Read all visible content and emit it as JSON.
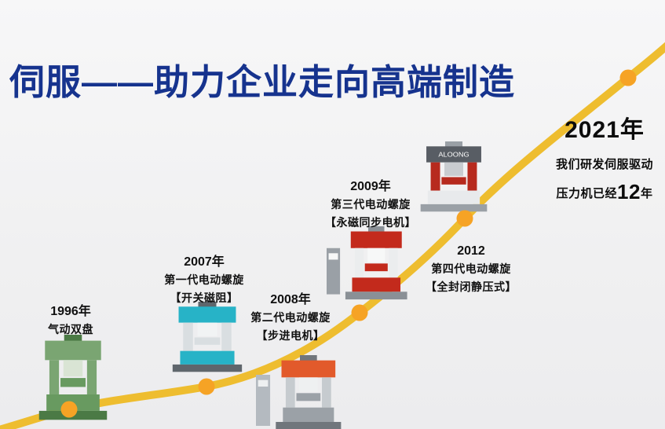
{
  "title": "伺服——助力企业走向高端制造",
  "milestones": [
    {
      "year": "1996年",
      "lines": [
        "气动双盘"
      ]
    },
    {
      "year": "2007年",
      "lines": [
        "第一代电动螺旋",
        "【开关磁阻】"
      ]
    },
    {
      "year": "2008年",
      "lines": [
        "第二代电动螺旋",
        "【步进电机】"
      ]
    },
    {
      "year": "2009年",
      "lines": [
        "第三代电动螺旋",
        "【永磁同步电机】"
      ]
    },
    {
      "year": "2012",
      "lines": [
        "第四代电动螺旋",
        "【全封闭静压式】"
      ]
    }
  ],
  "highlight": {
    "year": "2021年",
    "line1": "我们研发伺服驱动",
    "line2_prefix": "压力机已经",
    "line2_number": "12",
    "line2_suffix": "年"
  },
  "machines": [
    {
      "name": "1996-pneumatic-double-disc-press",
      "top": "#7aa572",
      "col": "#7aa572",
      "mid": "#d9e4d4",
      "base": "#689a60",
      "foot": "#4b7a45"
    },
    {
      "name": "2007-first-gen-electric-screw-press",
      "top": "#27b3c7",
      "col": "#d9dee1",
      "mid": "#f1f3f4",
      "base": "#27b3c7",
      "foot": "#5f666c"
    },
    {
      "name": "2008-second-gen-electric-screw-press",
      "top": "#e25a2b",
      "col": "#c6cbcf",
      "mid": "#eef0f1",
      "base": "#9ba1a7",
      "foot": "#70767c",
      "cabinet": "#b4bac0"
    },
    {
      "name": "2009-third-gen-electric-screw-press",
      "top": "#c32a1c",
      "col": "#ebedee",
      "mid": "#f7f8f8",
      "base": "#c32a1c",
      "foot": "#8a9096",
      "cabinet": "#9aa0a6"
    },
    {
      "name": "2012-fourth-gen-electric-screw-press",
      "top": "#585d64",
      "col": "#b72a1e",
      "mid": "#c9ccd0",
      "base": "#e8eaec",
      "foot": "#9aa0a6",
      "label": "ALOONG"
    }
  ],
  "colors": {
    "background": "#f0f0f1",
    "title_blue": "#16338e",
    "curve_gold": "#eebd2f",
    "dot_orange": "#f6a325",
    "text_dark": "#111111"
  }
}
